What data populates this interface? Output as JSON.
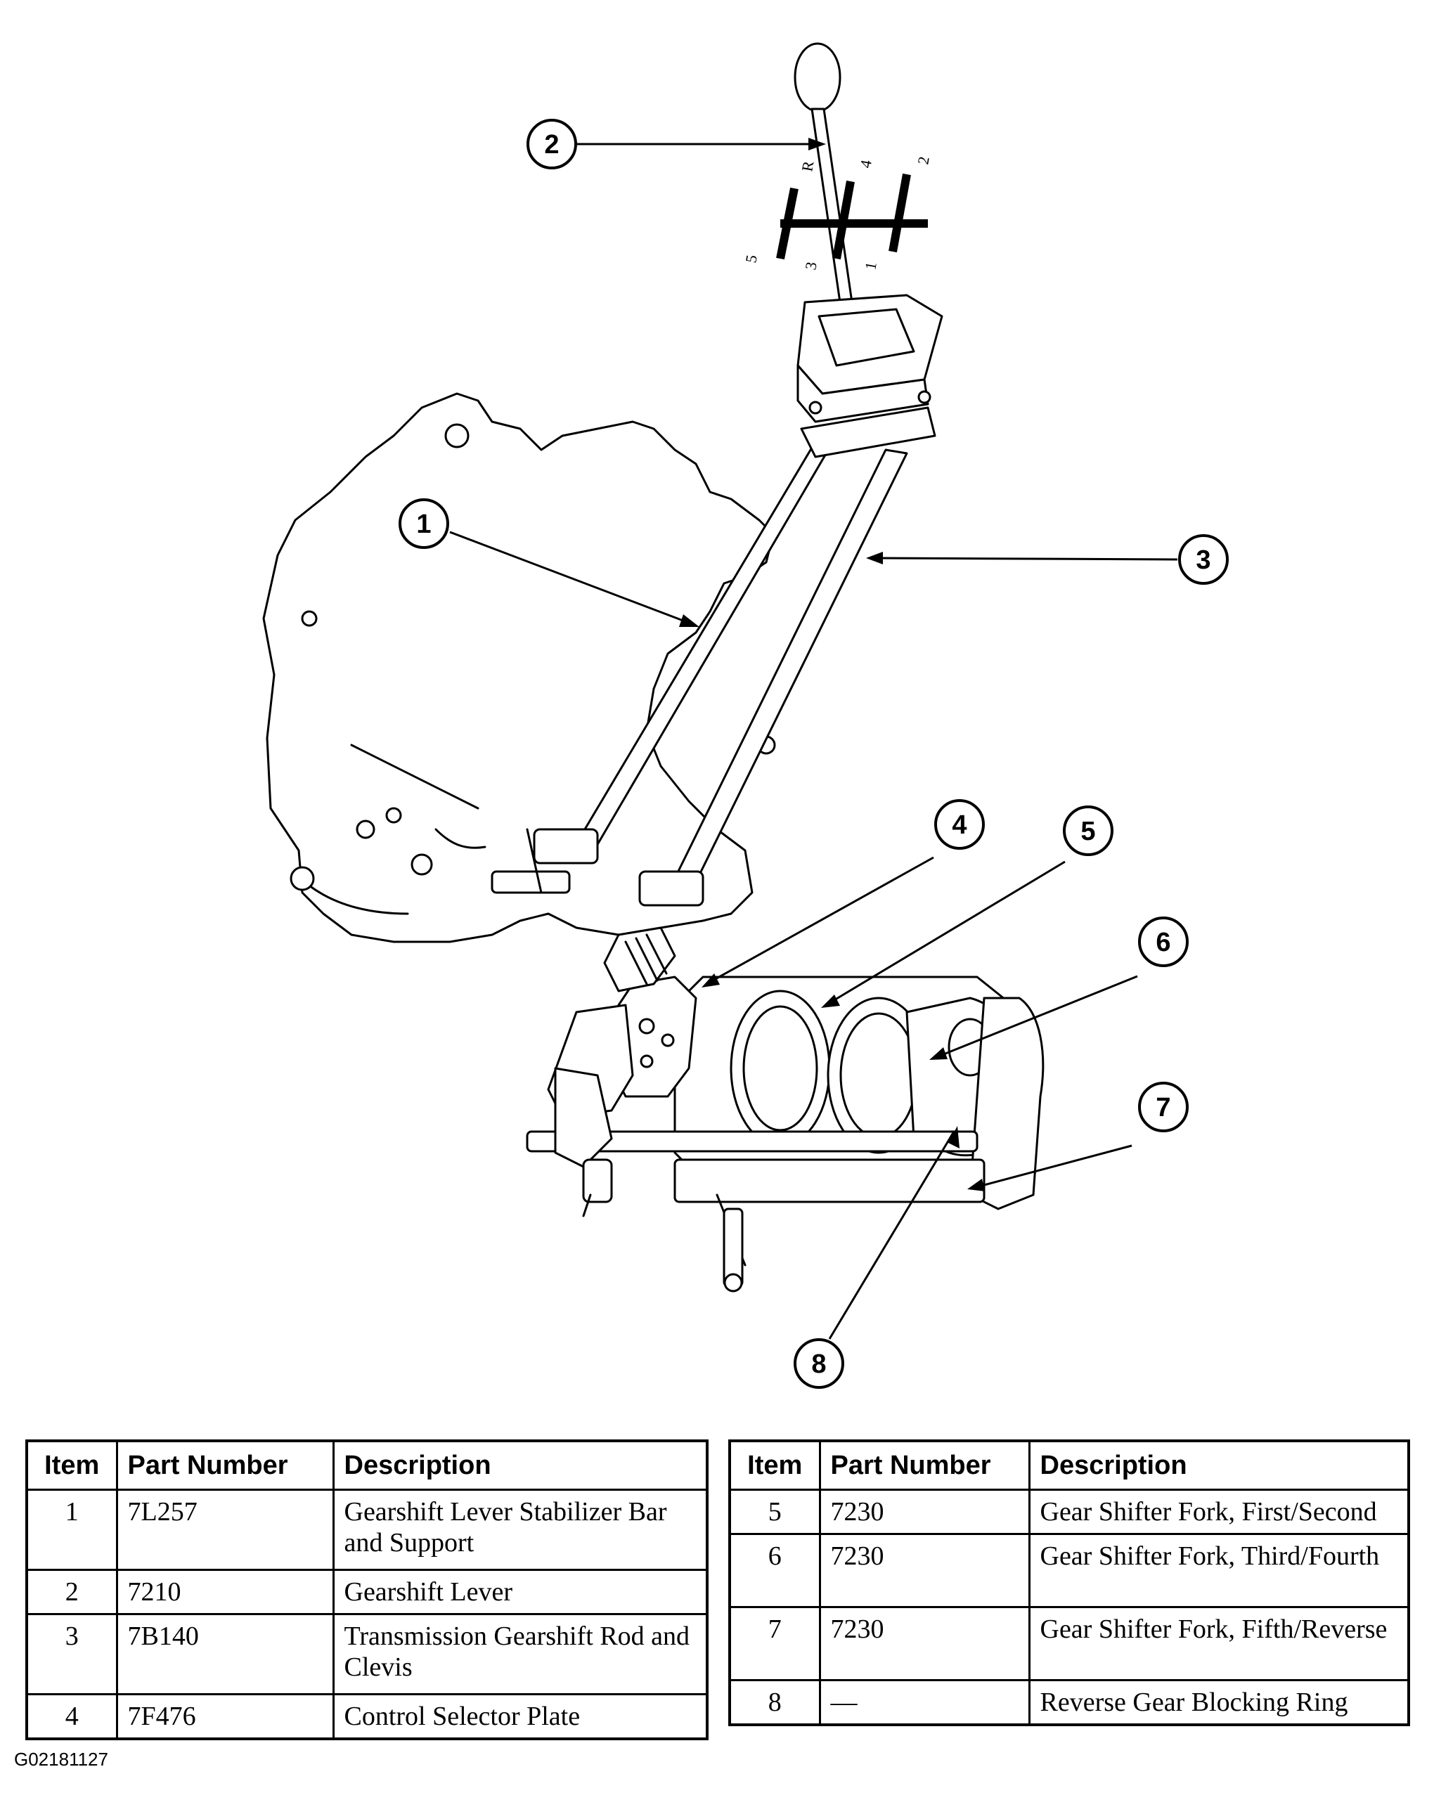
{
  "callouts": [
    "1",
    "2",
    "3",
    "4",
    "5",
    "6",
    "7",
    "8"
  ],
  "shift_pattern": {
    "labels": [
      "R",
      "4",
      "2",
      "1",
      "3",
      "5"
    ]
  },
  "table_headers": {
    "item": "Item",
    "part_number": "Part Number",
    "description": "Description"
  },
  "parts_left": [
    {
      "item": "1",
      "part_number": "7L257",
      "description": "Gearshift Lever Stabilizer Bar and Support"
    },
    {
      "item": "2",
      "part_number": "7210",
      "description": "Gearshift Lever"
    },
    {
      "item": "3",
      "part_number": "7B140",
      "description": "Transmission Gearshift Rod and Clevis"
    },
    {
      "item": "4",
      "part_number": "7F476",
      "description": "Control Selector Plate"
    }
  ],
  "parts_right": [
    {
      "item": "5",
      "part_number": "7230",
      "description": "Gear Shifter Fork, First/Second"
    },
    {
      "item": "6",
      "part_number": "7230",
      "description": "Gear Shifter Fork, Third/Fourth"
    },
    {
      "item": "7",
      "part_number": "7230",
      "description": "Gear Shifter Fork, Fifth/Reverse"
    },
    {
      "item": "8",
      "part_number": "—",
      "description": "Reverse Gear Blocking Ring"
    }
  ],
  "figure_code": "G02181127"
}
